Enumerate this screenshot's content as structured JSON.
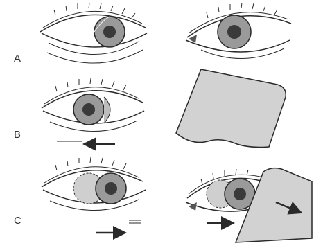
{
  "labels": {
    "a": "A",
    "b": "B",
    "c": "C"
  },
  "colors": {
    "ink": "#2a2a2a",
    "card_fill": "#d2d2d2",
    "iris_fill": "#9a9a9a",
    "pupil_fill": "#3a3a3a",
    "background": "#ffffff"
  },
  "panels": [
    {
      "row": "A",
      "position": "left",
      "content": "eye-looking-right"
    },
    {
      "row": "A",
      "position": "right",
      "content": "eye-with-centered-iris"
    },
    {
      "row": "B",
      "position": "left",
      "content": "eye-with-arrow-left",
      "arrow": "left"
    },
    {
      "row": "B",
      "position": "right",
      "content": "gray-card"
    },
    {
      "row": "C",
      "position": "left",
      "content": "eye-with-arrow-right",
      "arrow": "right"
    },
    {
      "row": "C",
      "position": "right",
      "content": "eye-behind-gray-card",
      "arrow": "right"
    }
  ]
}
